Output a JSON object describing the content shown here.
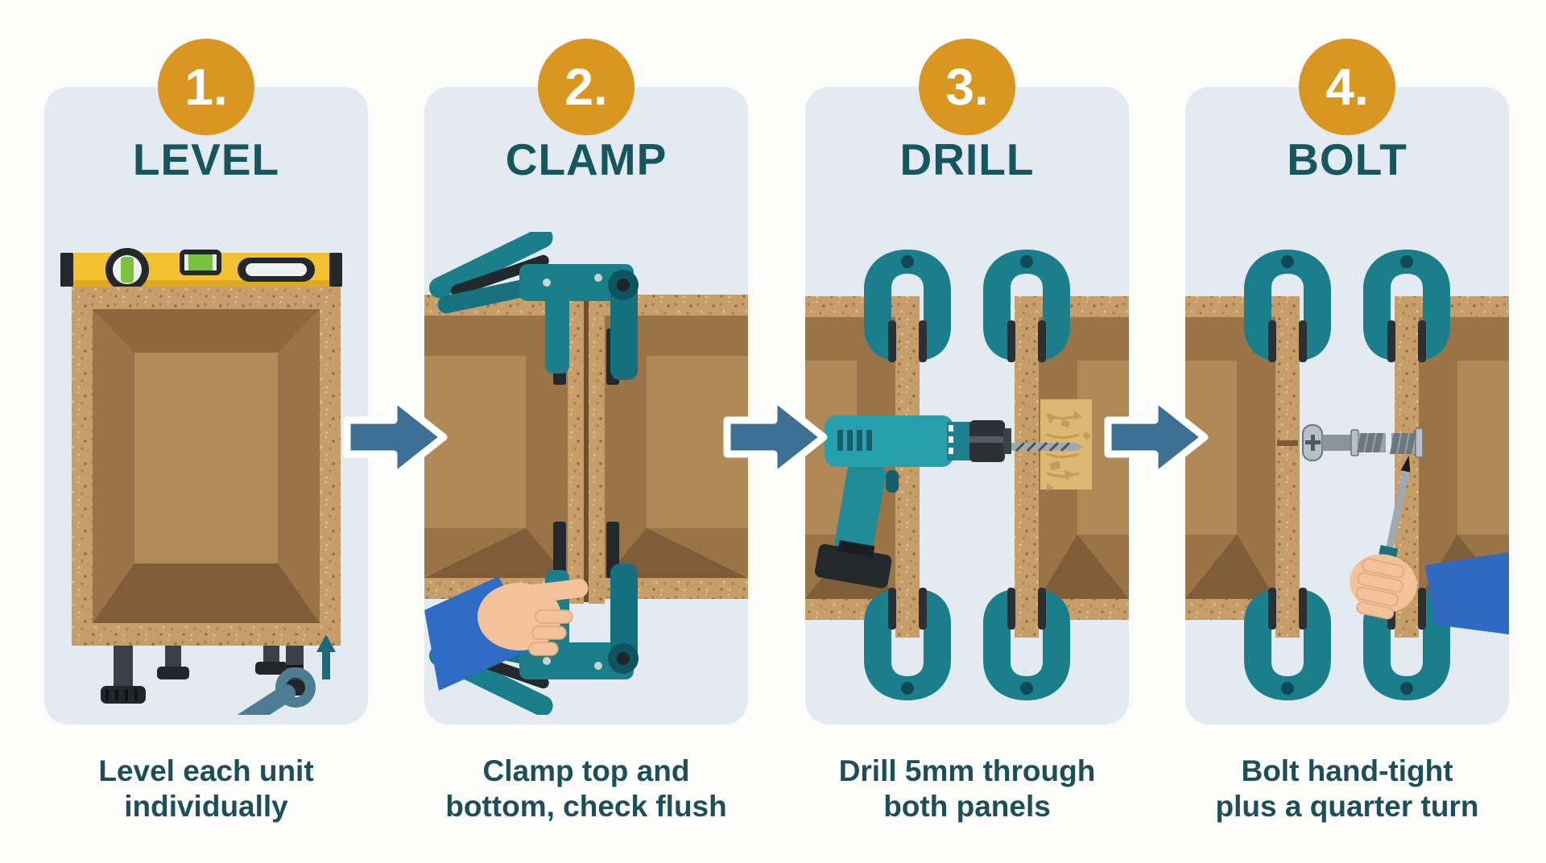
{
  "steps": [
    {
      "number": "1.",
      "title": "LEVEL",
      "caption": [
        "Level each unit",
        "individually"
      ],
      "icons": [
        "spirit-level",
        "cabinet-box",
        "adjustable-feet",
        "wrench",
        "up-arrow"
      ]
    },
    {
      "number": "2.",
      "title": "CLAMP",
      "caption": [
        "Clamp top and",
        "bottom, check flush"
      ],
      "icons": [
        "bar-clamp-top",
        "bar-clamp-bottom",
        "cabinet-joint",
        "pointing-hand"
      ]
    },
    {
      "number": "3.",
      "title": "DRILL",
      "caption": [
        "Drill 5mm through",
        "both panels"
      ],
      "icons": [
        "c-clamps",
        "cordless-drill",
        "drill-bit",
        "wood-chips",
        "wood-block"
      ]
    },
    {
      "number": "4.",
      "title": "BOLT",
      "caption": [
        "Bolt hand-tight",
        "plus a quarter turn"
      ],
      "icons": [
        "c-clamps",
        "connector-bolt",
        "screwdriver",
        "gripping-hand"
      ]
    }
  ],
  "colors": {
    "card-bg": "#e3eaf1",
    "accent-orange": "#d99722",
    "title-teal": "#15565f",
    "caption-teal": "#1c4f5b",
    "arrow-blue": "#3c7094",
    "clamp-teal": "#1b7e8b",
    "cabinet-brown": "#9a7446",
    "particleboard": "#c79d6a",
    "level-yellow": "#f2c230",
    "sleeve-blue": "#2e6cc6",
    "skin": "#f3c29b"
  }
}
